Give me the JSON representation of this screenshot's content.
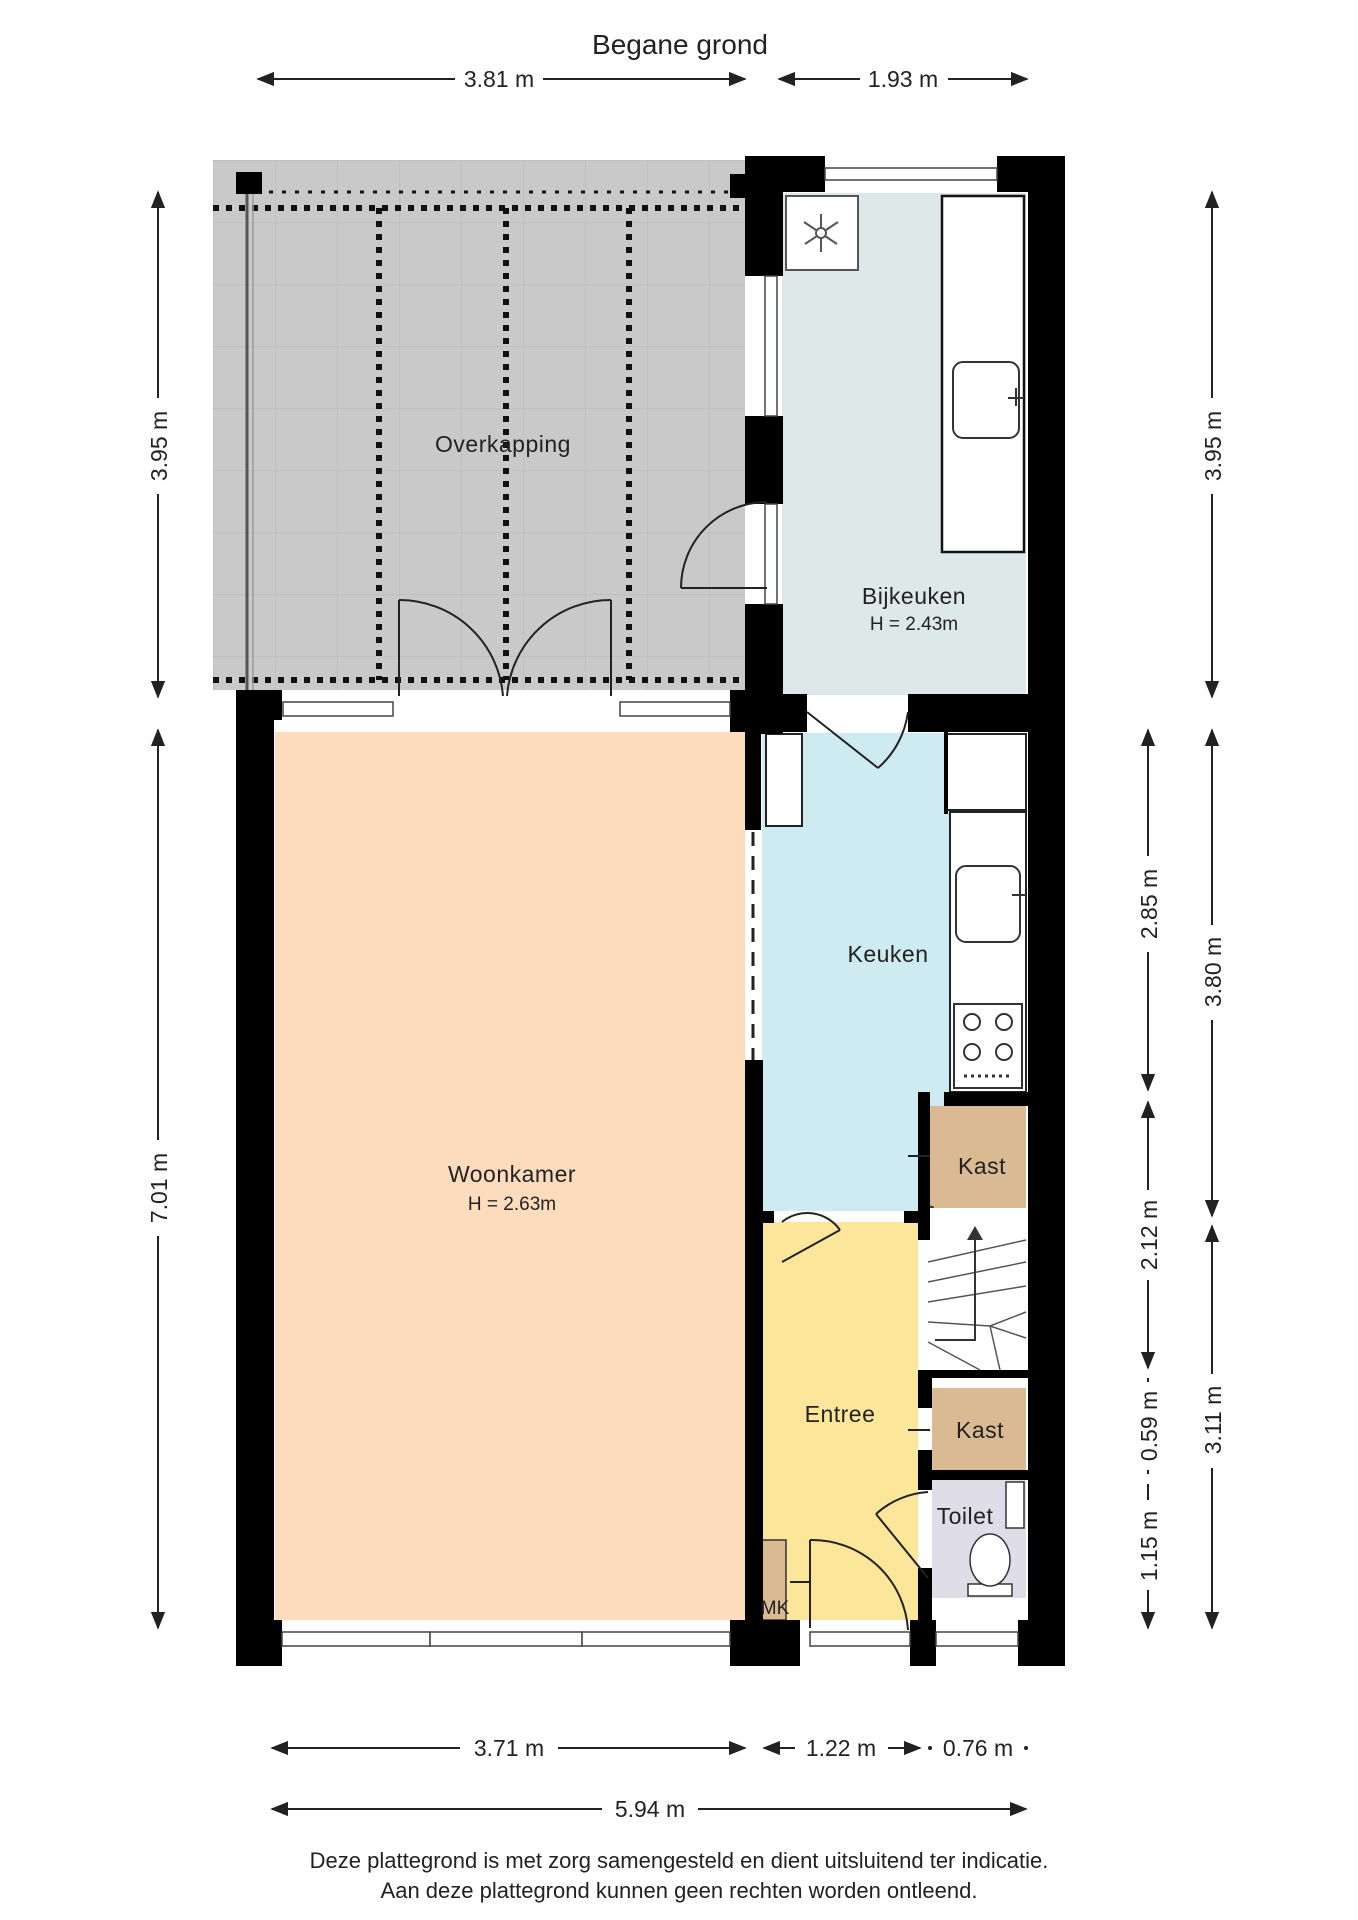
{
  "title": "Begane grond",
  "dimensions": {
    "top_left": "3.81 m",
    "top_right": "1.93 m",
    "left_upper": "3.95 m",
    "left_lower": "7.01 m",
    "right_upper": "3.95 m",
    "right_keuken": "2.85 m",
    "right_stair": "2.12 m",
    "right_kast": "0.59 m",
    "right_toilet": "1.15 m",
    "right_outer_mid": "3.80 m",
    "right_outer_low": "3.11 m",
    "bottom_woonkamer": "3.71 m",
    "bottom_entree": "1.22 m",
    "bottom_toilet": "0.76 m",
    "bottom_total": "5.94 m"
  },
  "rooms": {
    "overkapping": "Overkapping",
    "bijkeuken": "Bijkeuken",
    "bijkeuken_height": "H = 2.43m",
    "keuken": "Keuken",
    "woonkamer": "Woonkamer",
    "woonkamer_height": "H = 2.63m",
    "entree": "Entree",
    "kast_upper": "Kast",
    "kast_lower": "Kast",
    "toilet": "Toilet",
    "meter": "MK"
  },
  "colors": {
    "woonkamer": "#fddcbd",
    "keuken": "#cdebf0",
    "bijkeuken": "#dde8e8",
    "entree": "#fbe69a",
    "kast": "#d9ba92",
    "toilet": "#dedde8",
    "overkapping": "#c8c8c8",
    "wall": "#000000"
  },
  "disclaimer": {
    "line1": "Deze plattegrond is met zorg samengesteld en dient uitsluitend ter indicatie.",
    "line2": "Aan deze plattegrond kunnen geen rechten worden ontleend."
  }
}
